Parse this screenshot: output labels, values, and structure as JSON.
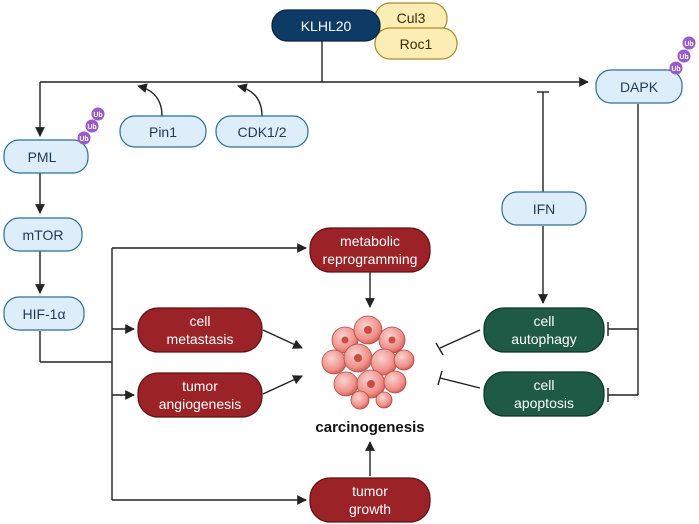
{
  "complex": {
    "klhl20": "KLHL20",
    "cul3": "Cul3",
    "roc1": "Roc1"
  },
  "nodes": {
    "dapk": "DAPK",
    "pml": "PML",
    "pin1": "Pin1",
    "cdk": "CDK1/2",
    "mtor": "mTOR",
    "hif": "HIF-1α",
    "ifn": "IFN",
    "metabolic": [
      "metabolic",
      "reprogramming"
    ],
    "metastasis": [
      "cell",
      "metastasis"
    ],
    "angiogenesis": [
      "tumor",
      "angiogenesis"
    ],
    "growth": [
      "tumor",
      "growth"
    ],
    "autophagy": [
      "cell",
      "autophagy"
    ],
    "apoptosis": [
      "cell",
      "apoptosis"
    ]
  },
  "ub_label": "Ub",
  "center_label": "carcinogenesis",
  "colors": {
    "dark_red": "#9b2226",
    "dark_green": "#1e5a45",
    "navy": "#0d3b66",
    "light_blue": "#ddeefa",
    "cream": "#fcedb5",
    "ub_purple": "#9b59c9",
    "cell_pink": "#f3a6a0"
  }
}
